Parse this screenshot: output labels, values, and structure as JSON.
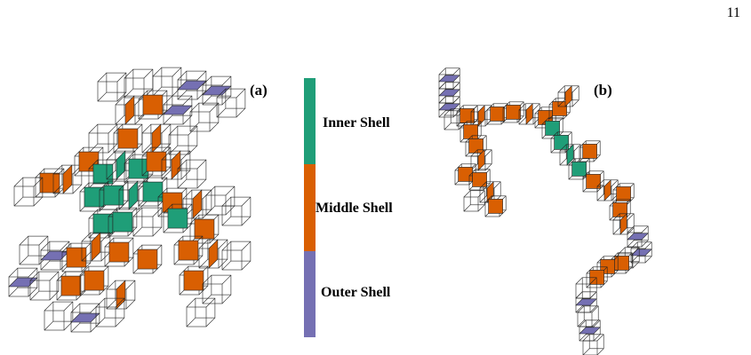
{
  "page": {
    "number": "11"
  },
  "figure": {
    "panels": [
      {
        "id": "a",
        "label": "(a)"
      },
      {
        "id": "b",
        "label": "(b)"
      }
    ],
    "legend": {
      "items": [
        {
          "label": "Inner Shell",
          "color": "#1f9e78"
        },
        {
          "label": "Middle Shell",
          "color": "#d95f02"
        },
        {
          "label": "Outer Shell",
          "color": "#7570b3"
        }
      ]
    }
  }
}
